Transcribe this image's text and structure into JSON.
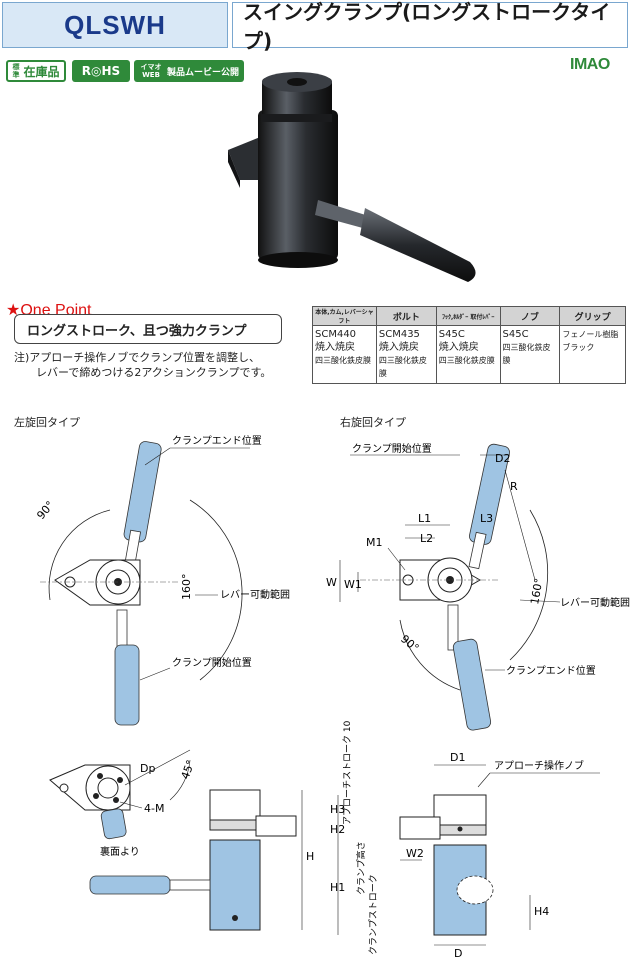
{
  "header": {
    "code": "QLSWH",
    "title": "スイングクランプ(ロングストロークタイプ)"
  },
  "badges": {
    "stock_small": "標準",
    "stock": "在庫品",
    "rohs": "R◎HS",
    "web_small": "イマオWEB",
    "web": "製品ムービー公開"
  },
  "brand": {
    "logo": "IMAO",
    "color": "#2f8a3a"
  },
  "one_point": {
    "title": "★One Point",
    "headline": "ロングストローク、且つ強力クランプ",
    "note_line1": "注)アプローチ操作ノブでクランプ位置を調整し、",
    "note_line2": "レバーで締めつける2アクションクランプです。"
  },
  "materials": {
    "headers": [
      "本体,カム,レバーシャフト",
      "ボルト",
      "ﾌｯｸ,ﾎﾙﾀﾞｰ 取付ﾚﾊﾞｰ",
      "ノブ",
      "グリップ"
    ],
    "rows": [
      {
        "l1": "SCM440",
        "l2": "焼入焼戻",
        "l3": "四三酸化鉄皮膜"
      },
      {
        "l1": "SCM435",
        "l2": "焼入焼戻",
        "l3": "四三酸化鉄皮膜"
      },
      {
        "l1": "S45C",
        "l2": "焼入焼戻",
        "l3": "四三酸化鉄皮膜"
      },
      {
        "l1": "S45C",
        "l2": "四三酸化鉄皮膜",
        "l3": ""
      },
      {
        "l1": "フェノール樹脂",
        "l2": "ブラック",
        "l3": ""
      }
    ]
  },
  "diagrams": {
    "left_title": "左旋回タイプ",
    "right_title": "右旋回タイプ",
    "clamp_end": "クランプエンド位置",
    "clamp_start": "クランプ開始位置",
    "lever_range": "レバー可動範囲",
    "angle_90": "90°",
    "angle_160": "160°",
    "angle_45": "45°",
    "dp": "Dp",
    "four_m": "4-M",
    "back_view": "裏面より",
    "approach_knob": "アプローチ操作ノブ",
    "approach_stroke": "アプローチストローク 10",
    "clamp_height": "クランプ高さ",
    "clamp_stroke": "クランプストローク",
    "dims": {
      "D2": "D2",
      "R": "R",
      "L1": "L1",
      "L2": "L2",
      "L3": "L3",
      "M1": "M1",
      "W": "W",
      "W1": "W1",
      "D1": "D1",
      "H": "H",
      "H1": "H1",
      "H2": "H2",
      "H3": "H3",
      "H4": "H4",
      "W2": "W2",
      "D": "D"
    }
  },
  "colors": {
    "accent_blue": "#1a3a8a",
    "header_bg": "#d9e8f6",
    "part_blue": "#9fc4e3",
    "red": "#d11"
  }
}
